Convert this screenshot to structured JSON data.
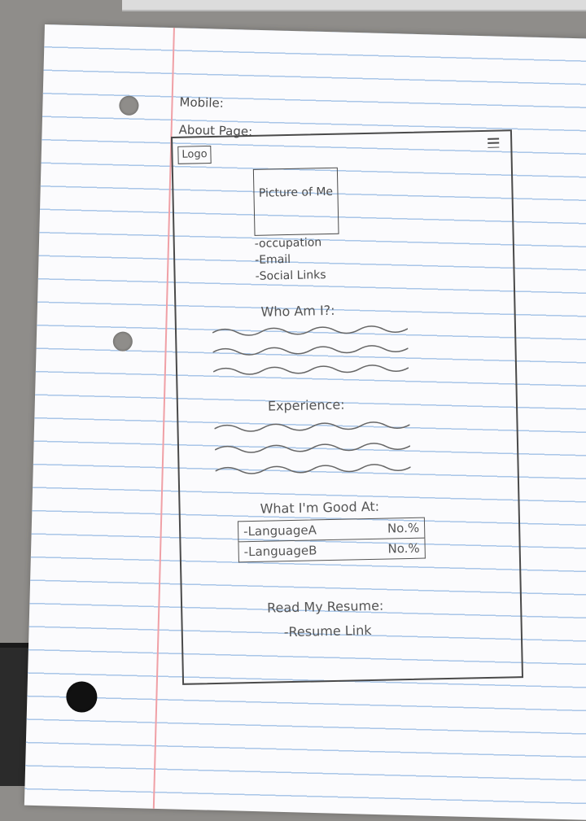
{
  "page": {
    "title_lines": [
      "Mobile:",
      "About Page:"
    ]
  },
  "wireframe": {
    "logo": "Logo",
    "menu_icon": "hamburger-menu-icon",
    "picture": "Picture of Me",
    "profile_items": [
      "-occupation",
      "-Email",
      "-Social Links"
    ],
    "sections": {
      "who": "Who Am I?:",
      "experience": "Experience:",
      "skills": "What I'm Good At:",
      "resume": "Read My Resume:"
    },
    "skills": [
      {
        "name": "-LanguageA",
        "level": "No.%"
      },
      {
        "name": "-LanguageB",
        "level": "No.%"
      }
    ],
    "resume_link": "-Resume Link"
  },
  "colors": {
    "pencil": "#4a4a4a",
    "rule_line": "#a9c6e8",
    "margin_line": "#f0a0a6"
  }
}
